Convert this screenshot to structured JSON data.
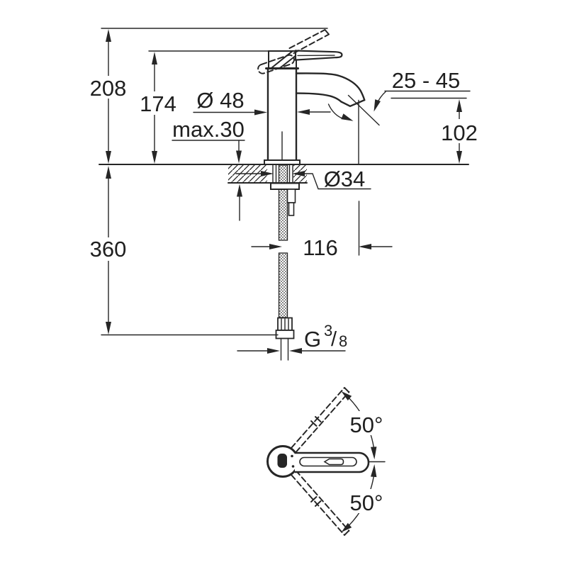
{
  "colors": {
    "line": "#262626",
    "background": "#ffffff",
    "text": "#1f1f1f"
  },
  "front_view": {
    "overall_height": "208",
    "body_height": "174",
    "body_diameter": "Ø 48",
    "max_deck_thickness": "max.30",
    "spout_height_range": "25 - 45",
    "spout_outlet_height": "102",
    "hole_diameter": "Ø34",
    "hose_length": "360",
    "spout_reach": "116",
    "thread": {
      "prefix": "G",
      "sup": "3",
      "slash": "/",
      "sub": "8"
    }
  },
  "top_view": {
    "swivel_angle_upper": "50°",
    "swivel_angle_lower": "50°"
  }
}
